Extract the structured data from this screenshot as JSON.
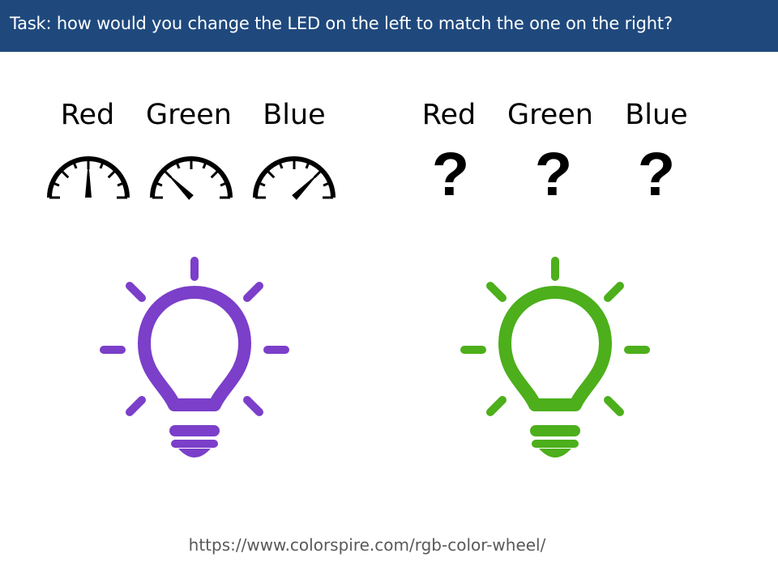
{
  "header": {
    "task": "Task: how would you change the LED on the left to match the one on the right?"
  },
  "left_panel": {
    "channel_labels": [
      "Red",
      "Green",
      "Blue"
    ],
    "gauges": [
      {
        "channel": "Red",
        "needle_icon": "gauge-icon",
        "level": 0.5
      },
      {
        "channel": "Green",
        "needle_icon": "gauge-icon",
        "level": 0.25
      },
      {
        "channel": "Blue",
        "needle_icon": "gauge-icon",
        "level": 0.75
      }
    ],
    "bulb": {
      "icon": "lightbulb-icon",
      "color": "#7b3fc9"
    }
  },
  "right_panel": {
    "channel_labels": [
      "Red",
      "Green",
      "Blue"
    ],
    "unknown_values": [
      "?",
      "?",
      "?"
    ],
    "bulb": {
      "icon": "lightbulb-icon",
      "color": "#4caf1b"
    }
  },
  "footer": {
    "source": "https://www.colorspire.com/rgb-color-wheel/"
  }
}
